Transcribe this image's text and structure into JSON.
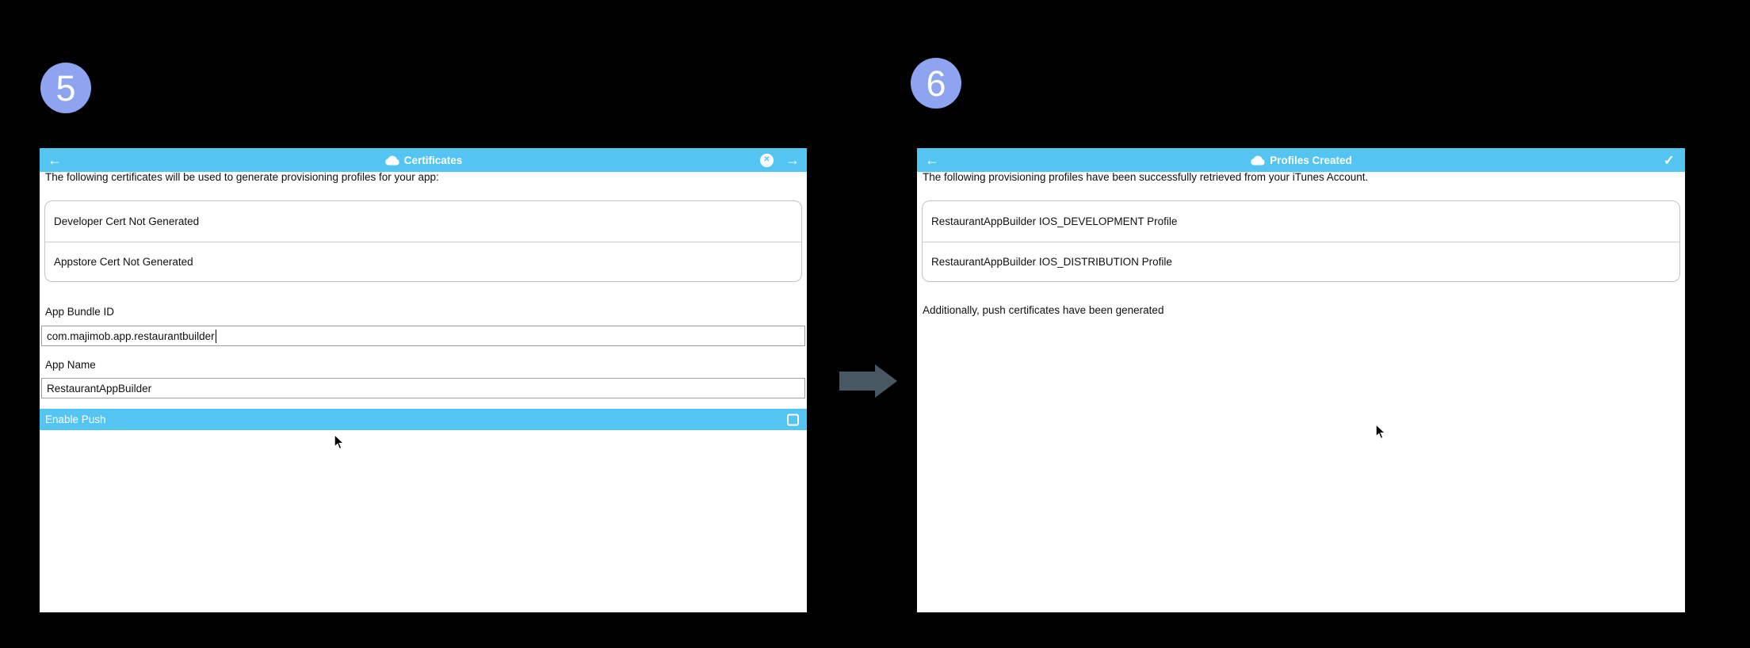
{
  "steps": [
    {
      "number": "5"
    },
    {
      "number": "6"
    }
  ],
  "icons": {
    "back_arrow": "←",
    "forward_arrow": "→",
    "close_x": "✕",
    "checkmark": "✓"
  },
  "colors": {
    "header_blue": "#54C5F2",
    "step_circle_blue": "#8EA4F0",
    "arrow_gray": "#485863",
    "background": "#000000"
  },
  "certificates_window": {
    "title": "Certificates",
    "intro": "The following certificates will be used to generate provisioning profiles for your app:",
    "cert_items": [
      "Developer Cert Not Generated",
      "Appstore Cert Not Generated"
    ],
    "fields": [
      {
        "label": "App Bundle ID",
        "value": "com.majimob.app.restaurantbuilder"
      },
      {
        "label": "App Name",
        "value": "RestaurantAppBuilder"
      }
    ],
    "enable_push": {
      "label": "Enable Push",
      "checked": false
    }
  },
  "profiles_window": {
    "title": "Profiles Created",
    "intro": "The following provisioning profiles have been successfully retrieved from your iTunes Account.",
    "profile_items": [
      "RestaurantAppBuilder IOS_DEVELOPMENT Profile",
      "RestaurantAppBuilder IOS_DISTRIBUTION Profile"
    ],
    "note": "Additionally, push certificates have been generated"
  }
}
